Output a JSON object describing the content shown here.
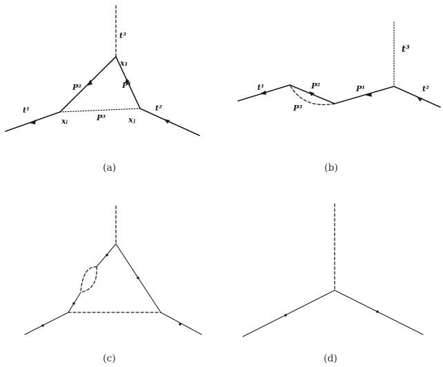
{
  "panels": [
    {
      "id": "a",
      "caption": "(a)",
      "labels": {
        "t3": "t³",
        "t1": "t¹",
        "t2": "t²",
        "x1": "x₁",
        "xi": "xᵢ",
        "xj": "xⱼ",
        "p1": "P¹",
        "p2": "P²",
        "p3": "P³"
      }
    },
    {
      "id": "b",
      "caption": "(b)",
      "labels": {
        "t1": "t¹",
        "t2": "t²",
        "t3": "t³",
        "p1": "P¹",
        "p2": "P²",
        "p3": "P³"
      }
    },
    {
      "id": "c",
      "caption": "(c)"
    },
    {
      "id": "d",
      "caption": "(d)"
    }
  ]
}
